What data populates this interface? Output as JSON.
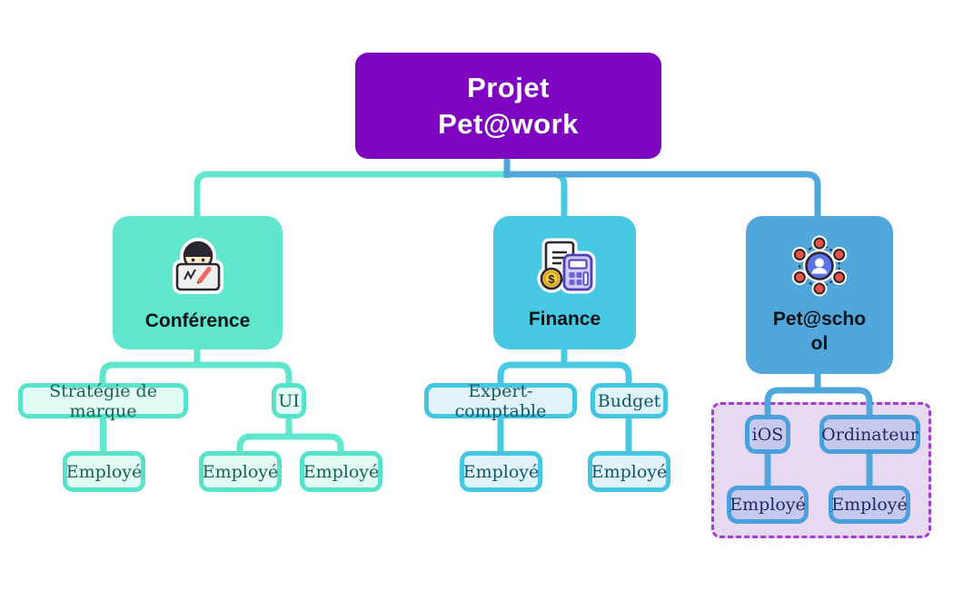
{
  "root": {
    "label": "Projet\nPet@work",
    "bg_color": "#7D05BF",
    "text_color": "#FFFFFF"
  },
  "icons": {
    "finance_dollar": "$"
  },
  "branches": [
    {
      "label": "Conférence",
      "icon": "presenter-laptop-icon",
      "accent": "#5FE6CD",
      "chip_fill": "#E3FBF5",
      "chip_text_color": "#156158",
      "children": [
        {
          "label": "Stratégie de marque",
          "children": [
            {
              "label": "Employé"
            }
          ]
        },
        {
          "label": "UI",
          "children": [
            {
              "label": "Employé"
            },
            {
              "label": "Employé"
            }
          ]
        }
      ]
    },
    {
      "label": "Finance",
      "icon": "document-calculator-coin-icon",
      "accent": "#48C9E3",
      "chip_fill": "#E0F4FA",
      "chip_text_color": "#10566E",
      "children": [
        {
          "label": "Expert-comptable",
          "children": [
            {
              "label": "Employé"
            }
          ]
        },
        {
          "label": "Budget",
          "children": [
            {
              "label": "Employé"
            }
          ]
        }
      ]
    },
    {
      "label": "Pet@school",
      "label_wrapped": "Pet@scho\nol",
      "icon": "network-people-icon",
      "accent": "#4FA7DC",
      "chip_fill": "#C6C8EE",
      "chip_text_color": "#202B62",
      "group_border_color": "#A23BD9",
      "group_fill": "#E7D9F2",
      "children": [
        {
          "label": "iOS",
          "children": [
            {
              "label": "Employé"
            }
          ]
        },
        {
          "label": "Ordinateur",
          "children": [
            {
              "label": "Employé"
            }
          ]
        }
      ]
    }
  ]
}
